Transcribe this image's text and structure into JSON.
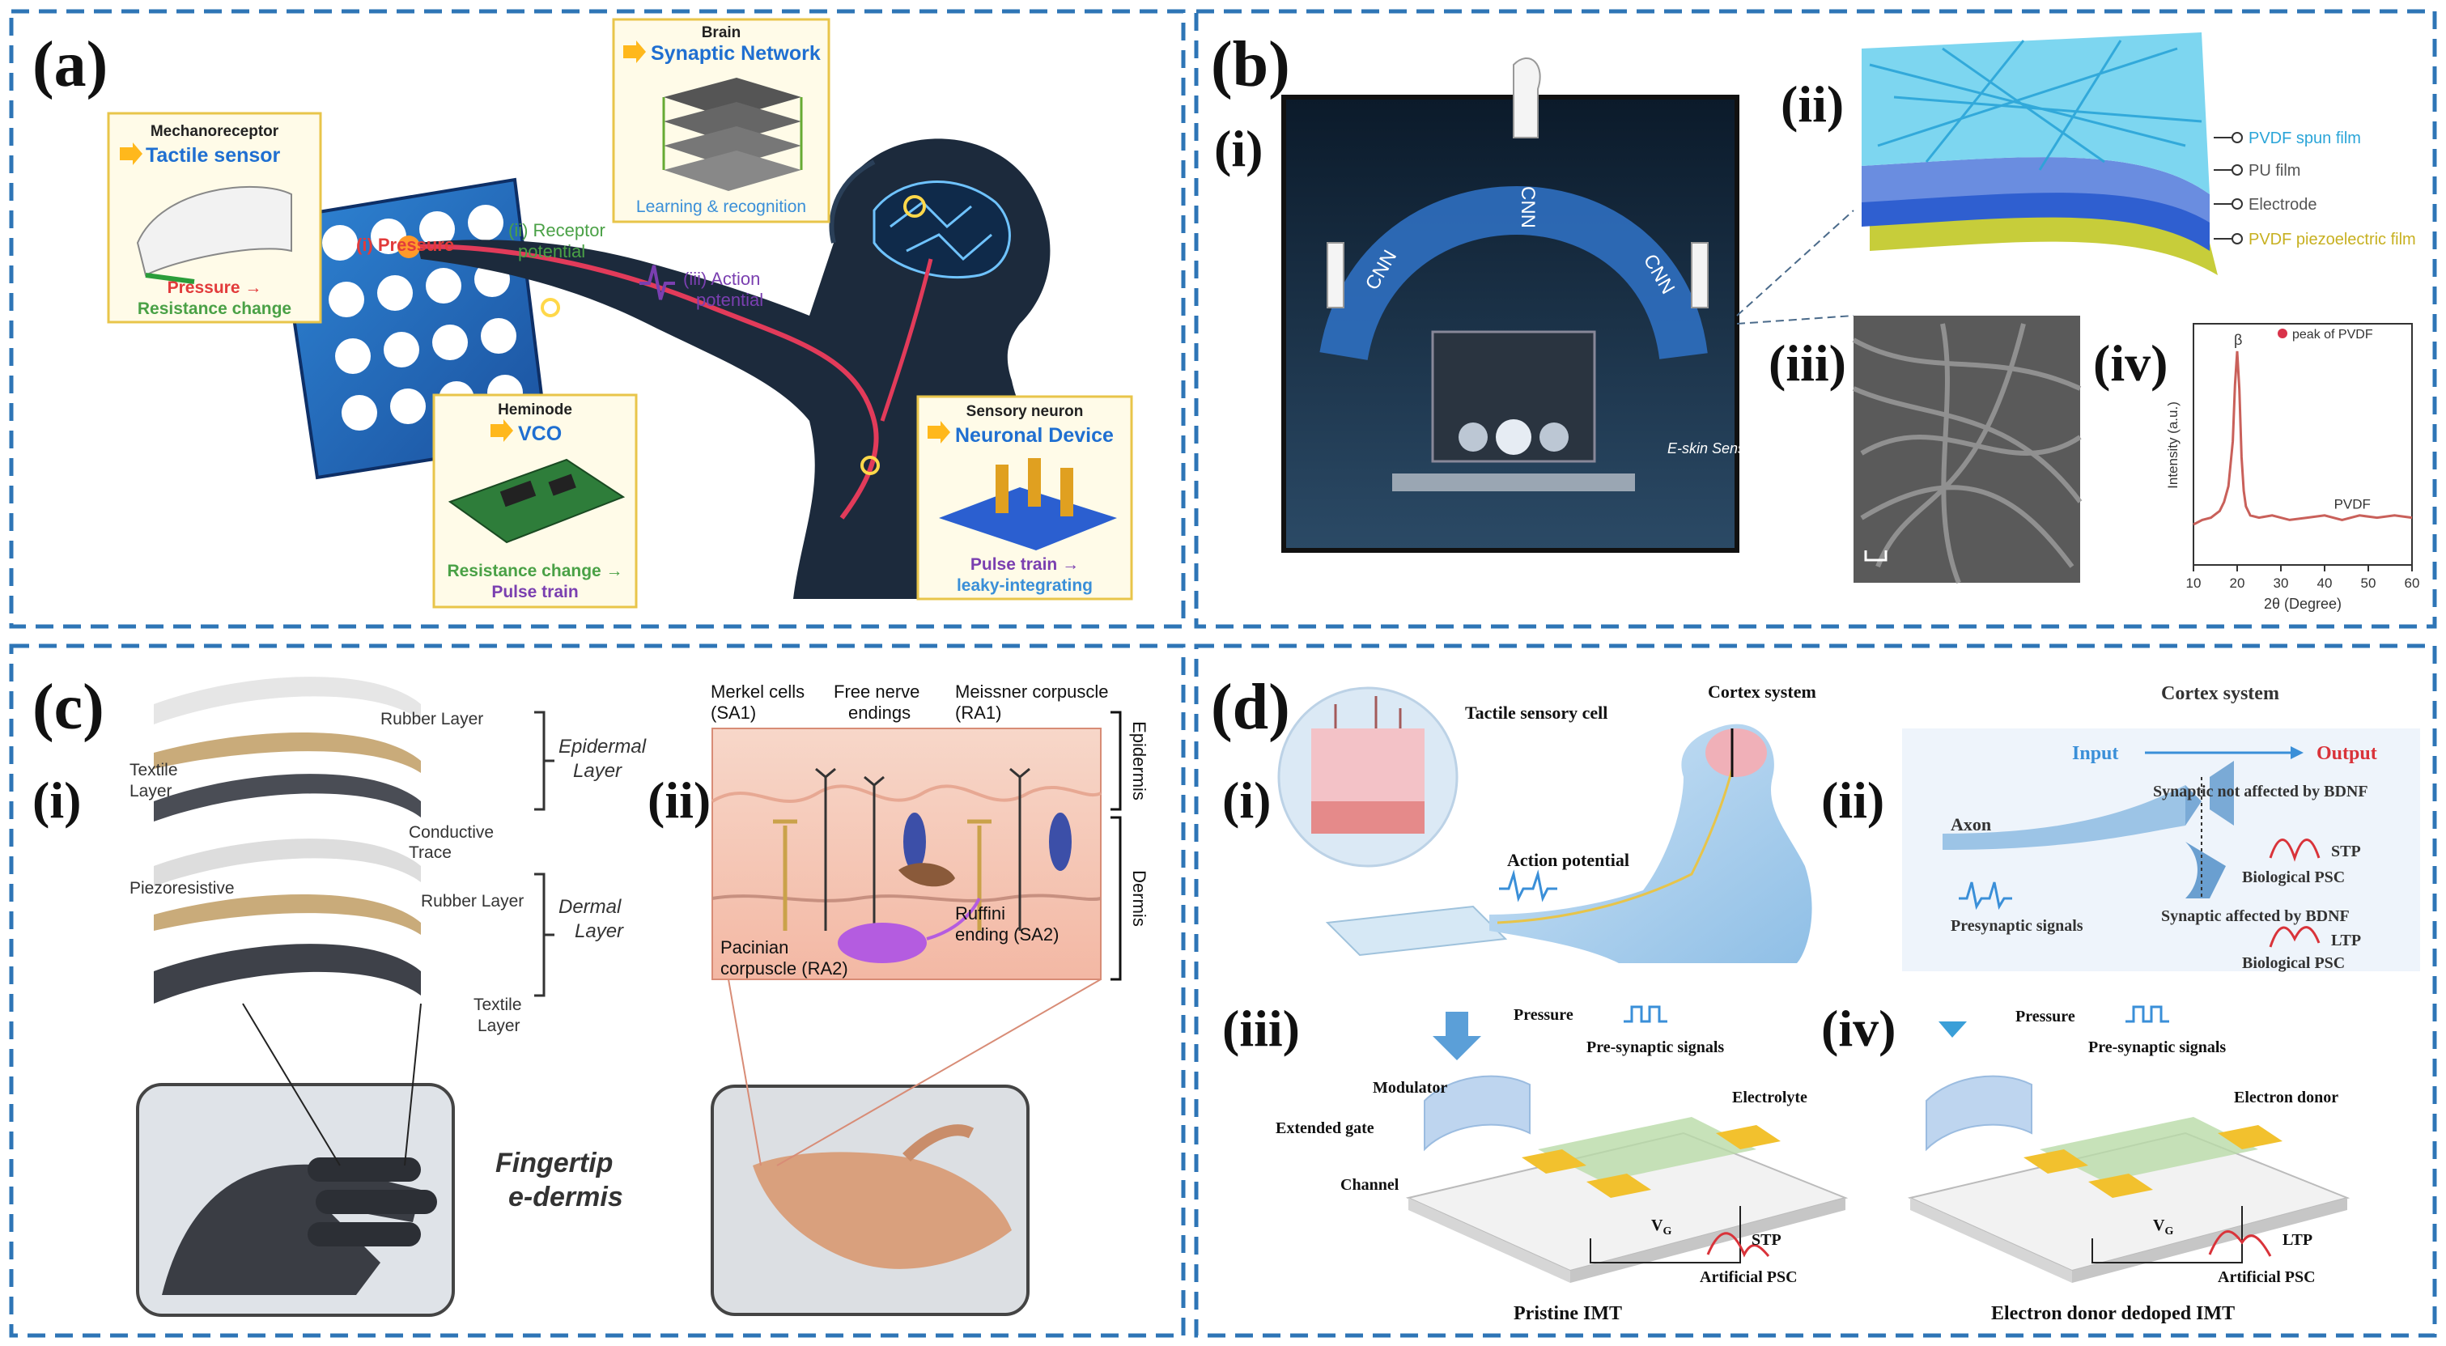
{
  "colors": {
    "panel_border": "#2e75b6",
    "accent_blue": "#1f6fd1",
    "accent_green": "#4aa146",
    "accent_purple": "#7a3fb0",
    "accent_red": "#e23b3b",
    "callout_border": "#e8c54a"
  },
  "panel_a": {
    "label": "(a)",
    "mechanoreceptor": "Mechanoreceptor",
    "tactile_sensor": "Tactile sensor",
    "pressure_arrow": "Pressure →",
    "resistance_change": "Resistance change",
    "brain": "Brain",
    "synaptic_network": "Synaptic Network",
    "learning_recognition": "Learning & recognition",
    "pressure_step": "(i) Pressure",
    "receptor_step": "(ii) Receptor",
    "receptor_step2": "potential",
    "action_step": "(iii) Action",
    "action_step2": "potential",
    "heminode": "Heminode",
    "vco": "VCO",
    "resistance_change_arrow": "Resistance change →",
    "pulse_train": "Pulse train",
    "sensory_neuron": "Sensory neuron",
    "neuronal_device": "Neuronal Device",
    "pulse_train_arrow": "Pulse train →",
    "leaky_integrating": "leaky-integrating"
  },
  "panel_b": {
    "label": "(b)",
    "sub_i": "(i)",
    "sub_ii": "(ii)",
    "sub_iii": "(iii)",
    "sub_iv": "(iv)",
    "cnn": "CNN",
    "eskin": "E-skin Sensor",
    "layer_pvdf_spun": "PVDF spun film",
    "layer_pu": "PU film",
    "layer_electrode": "Electrode",
    "layer_pvdf_piezo": "PVDF piezoelectric film",
    "legend": "peak of PVDF",
    "beta": "β",
    "series_label": "PVDF"
  },
  "panel_c": {
    "label": "(c)",
    "sub_i": "(i)",
    "sub_ii": "(ii)",
    "rubber_layer_top": "Rubber Layer",
    "textile_layer_1": "Textile",
    "textile_layer_2": "Layer",
    "epidermal_1": "Epidermal",
    "epidermal_2": "Layer",
    "conductive_1": "Conductive",
    "conductive_2": "Trace",
    "piezoresistive": "Piezoresistive",
    "rubber_layer_mid": "Rubber Layer",
    "dermal_1": "Dermal",
    "dermal_2": "Layer",
    "textile_bottom_1": "Textile",
    "textile_bottom_2": "Layer",
    "fingertip_1": "Fingertip",
    "fingertip_2": "e-dermis",
    "merkel_1": "Merkel cells",
    "merkel_2": "(SA1)",
    "free_nerve_1": "Free nerve",
    "free_nerve_2": "endings",
    "meissner_1": "Meissner corpuscle",
    "meissner_2": "(RA1)",
    "epidermis": "Epidermis",
    "dermis": "Dermis",
    "ruffini_1": "Ruffini",
    "ruffini_2": "ending (SA2)",
    "pacinian_1": "Pacinian",
    "pacinian_2": "corpuscle (RA2)"
  },
  "panel_d": {
    "label": "(d)",
    "sub_i": "(i)",
    "sub_ii": "(ii)",
    "sub_iii": "(iii)",
    "sub_iv": "(iv)",
    "tactile_cell": "Tactile sensory cell",
    "cortex_system": "Cortex system",
    "action_potential": "Action potential",
    "cortex_title": "Cortex system",
    "input": "Input",
    "output": "Output",
    "axon": "Axon",
    "not_affected": "Synaptic not affected by BDNF",
    "stp": "STP",
    "bio_psc_1": "Biological PSC",
    "presynaptic": "Presynaptic signals",
    "affected": "Synaptic affected by BDNF",
    "ltp": "LTP",
    "bio_psc_2": "Biological PSC",
    "pressure_iii": "Pressure",
    "pre_syn_iii": "Pre-synaptic signals",
    "modulator": "Modulator",
    "electrolyte": "Electrolyte",
    "extended_gate": "Extended gate",
    "channel": "Channel",
    "vg": "V",
    "vg_sub": "G",
    "stp_iii": "STP",
    "artificial_psc_iii": "Artificial PSC",
    "pristine_imt": "Pristine IMT",
    "pressure_iv": "Pressure",
    "pre_syn_iv": "Pre-synaptic signals",
    "electron_donor": "Electron donor",
    "vg_iv": "V",
    "vg_sub_iv": "G",
    "ltp_iv": "LTP",
    "artificial_psc_iv": "Artificial PSC",
    "donor_imt": "Electron donor dedoped IMT"
  },
  "chart_data": {
    "type": "line",
    "xlabel": "2θ (Degree)",
    "ylabel": "Intensity (a.u.)",
    "xlim": [
      10,
      60
    ],
    "xticks": [
      10,
      20,
      30,
      40,
      50,
      60
    ],
    "legend": "top-right",
    "series": [
      {
        "name": "PVDF",
        "x": [
          10,
          12,
          14,
          16,
          17,
          18,
          19,
          19.5,
          20,
          20.5,
          21,
          21.5,
          22,
          23,
          25,
          28,
          32,
          36,
          40,
          44,
          48,
          52,
          56,
          60
        ],
        "y": [
          0.18,
          0.2,
          0.21,
          0.24,
          0.28,
          0.35,
          0.55,
          0.8,
          0.95,
          0.78,
          0.48,
          0.33,
          0.26,
          0.22,
          0.21,
          0.22,
          0.2,
          0.21,
          0.22,
          0.2,
          0.22,
          0.21,
          0.22,
          0.21
        ]
      }
    ]
  }
}
